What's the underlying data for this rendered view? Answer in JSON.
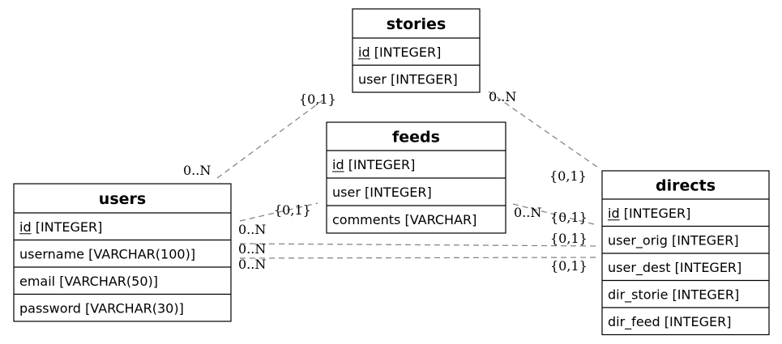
{
  "entities": [
    {
      "id": "stories",
      "title": "stories",
      "attributes": [
        {
          "name": "id",
          "type": "[INTEGER]",
          "pk": true
        },
        {
          "name": "user",
          "type": "[INTEGER]",
          "pk": false
        }
      ]
    },
    {
      "id": "feeds",
      "title": "feeds",
      "attributes": [
        {
          "name": "id",
          "type": "[INTEGER]",
          "pk": true
        },
        {
          "name": "user",
          "type": "[INTEGER]",
          "pk": false
        },
        {
          "name": "comments",
          "type": "[VARCHAR]",
          "pk": false
        }
      ]
    },
    {
      "id": "users",
      "title": "users",
      "attributes": [
        {
          "name": "id",
          "type": "[INTEGER]",
          "pk": true
        },
        {
          "name": "username",
          "type": "[VARCHAR(100)]",
          "pk": false
        },
        {
          "name": "email",
          "type": "[VARCHAR(50)]",
          "pk": false
        },
        {
          "name": "password",
          "type": "[VARCHAR(30)]",
          "pk": false
        }
      ]
    },
    {
      "id": "directs",
      "title": "directs",
      "attributes": [
        {
          "name": "id",
          "type": "[INTEGER]",
          "pk": true
        },
        {
          "name": "user_orig",
          "type": "[INTEGER]",
          "pk": false
        },
        {
          "name": "user_dest",
          "type": "[INTEGER]",
          "pk": false
        },
        {
          "name": "dir_storie",
          "type": "[INTEGER]",
          "pk": false
        },
        {
          "name": "dir_feed",
          "type": "[INTEGER]",
          "pk": false
        }
      ]
    }
  ],
  "relationships": [
    {
      "id": "users-stories",
      "from": "users",
      "to": "stories",
      "from_card": "0..N",
      "to_card": "{0,1}"
    },
    {
      "id": "users-feeds",
      "from": "users",
      "to": "feeds",
      "from_card": "0..N",
      "to_card": "{0,1}"
    },
    {
      "id": "stories-directs",
      "from": "stories",
      "to": "directs",
      "from_card": "0..N",
      "to_card": "{0,1}"
    },
    {
      "id": "feeds-directs",
      "from": "feeds",
      "to": "directs",
      "from_card": "0..N",
      "to_card": "{0,1}"
    },
    {
      "id": "users-directs-orig",
      "from": "users",
      "to": "directs",
      "from_card": "0..N",
      "to_card": "{0,1}"
    },
    {
      "id": "users-directs-dest",
      "from": "users",
      "to": "directs",
      "from_card": "0..N",
      "to_card": "{0,1}"
    }
  ]
}
